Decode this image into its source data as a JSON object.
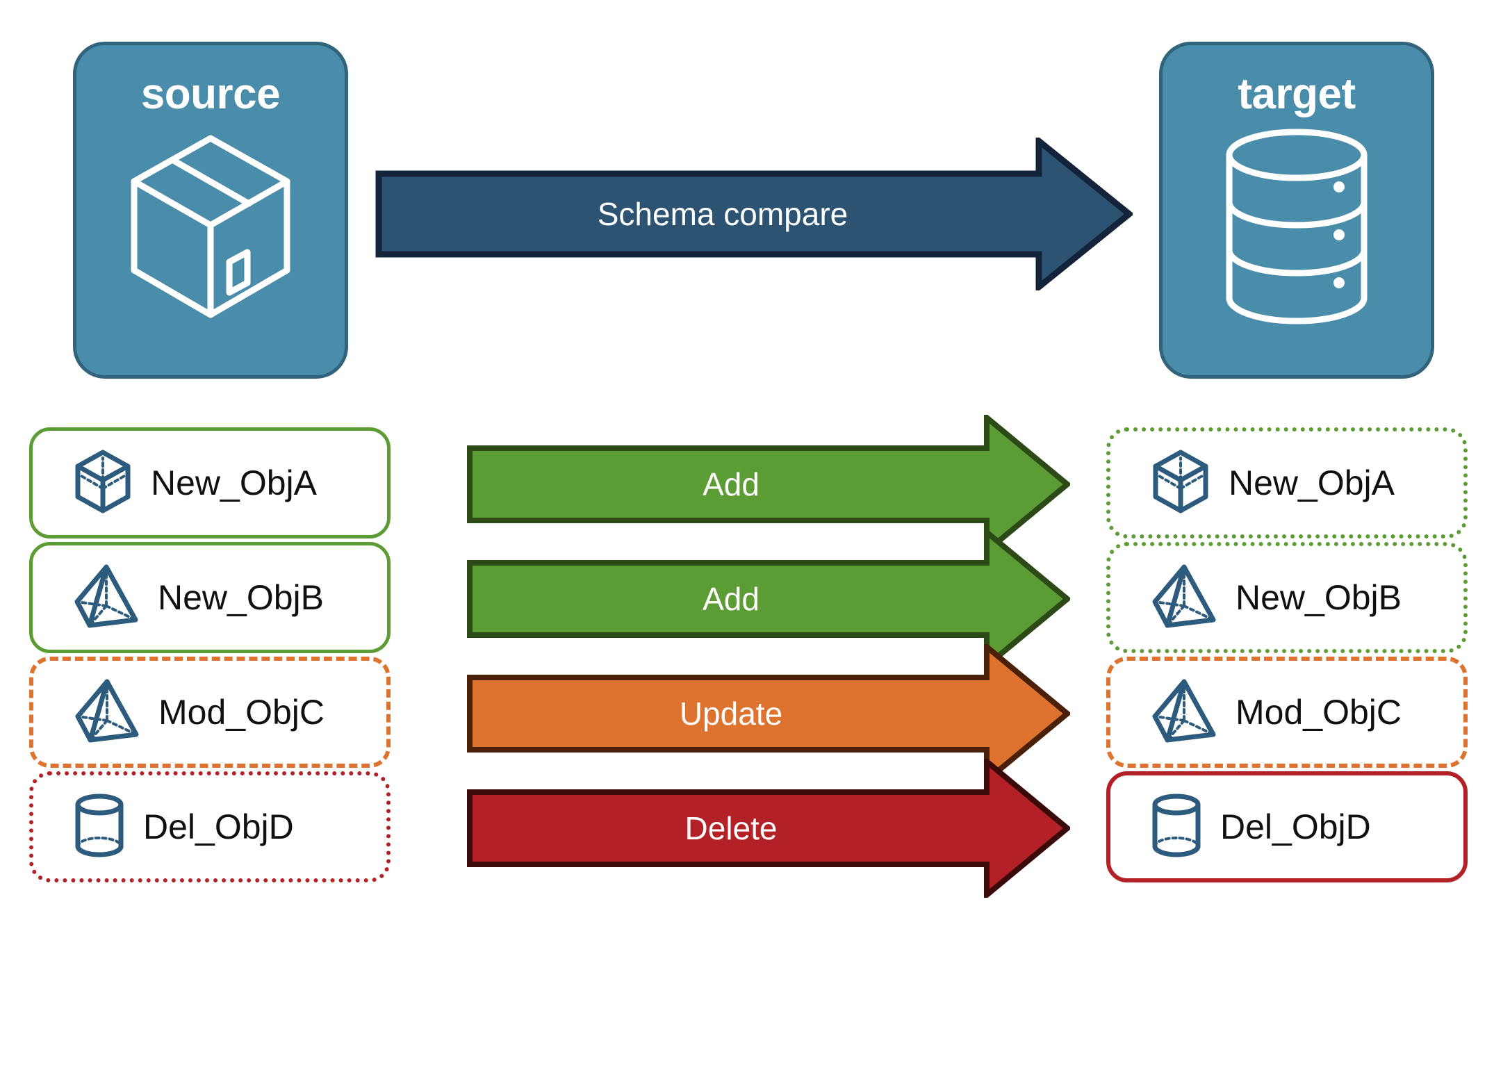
{
  "endpoints": {
    "source": {
      "title": "source",
      "icon": "package-box-icon",
      "fill": "#4A8DAB",
      "border": "#31647C"
    },
    "target": {
      "title": "target",
      "icon": "database-cylinder-icon",
      "fill": "#4A8DAB",
      "border": "#31647C"
    }
  },
  "compare": {
    "label": "Schema compare",
    "fill": "#2C5472",
    "border": "#13243A",
    "direction": "source-to-target"
  },
  "palette": {
    "add": "#5B9C35",
    "add_border": "#2C4A16",
    "update": "#DE7330",
    "update_border": "#4A2008",
    "delete": "#B32025",
    "delete_border": "#3A0A0A",
    "object_icon": "#2D5B7D",
    "card_text": "#101010"
  },
  "rows": [
    {
      "action": "Add",
      "action_color": "#5B9C35",
      "action_border": "#2C4A16",
      "source": {
        "label": "New_ObjA",
        "icon": "cube-wireframe-icon",
        "border_style": "solid",
        "border_color": "#5B9C35"
      },
      "target": {
        "label": "New_ObjA",
        "icon": "cube-wireframe-icon",
        "border_style": "dotted",
        "border_color": "#5B9C35"
      }
    },
    {
      "action": "Add",
      "action_color": "#5B9C35",
      "action_border": "#2C4A16",
      "source": {
        "label": "New_ObjB",
        "icon": "pyramid-wireframe-icon",
        "border_style": "solid",
        "border_color": "#5B9C35"
      },
      "target": {
        "label": "New_ObjB",
        "icon": "pyramid-wireframe-icon",
        "border_style": "dotted",
        "border_color": "#5B9C35"
      }
    },
    {
      "action": "Update",
      "action_color": "#DE7330",
      "action_border": "#4A2008",
      "source": {
        "label": "Mod_ObjC",
        "icon": "pyramid-wireframe-icon",
        "border_style": "dashed",
        "border_color": "#DE7330"
      },
      "target": {
        "label": "Mod_ObjC",
        "icon": "pyramid-wireframe-icon",
        "border_style": "dashed",
        "border_color": "#DE7330"
      }
    },
    {
      "action": "Delete",
      "action_color": "#B32025",
      "action_border": "#3A0A0A",
      "source": {
        "label": "Del_ObjD",
        "icon": "cylinder-wireframe-icon",
        "border_style": "dotted",
        "border_color": "#B32025"
      },
      "target": {
        "label": "Del_ObjD",
        "icon": "cylinder-wireframe-icon",
        "border_style": "solid",
        "border_color": "#B32025"
      }
    }
  ]
}
